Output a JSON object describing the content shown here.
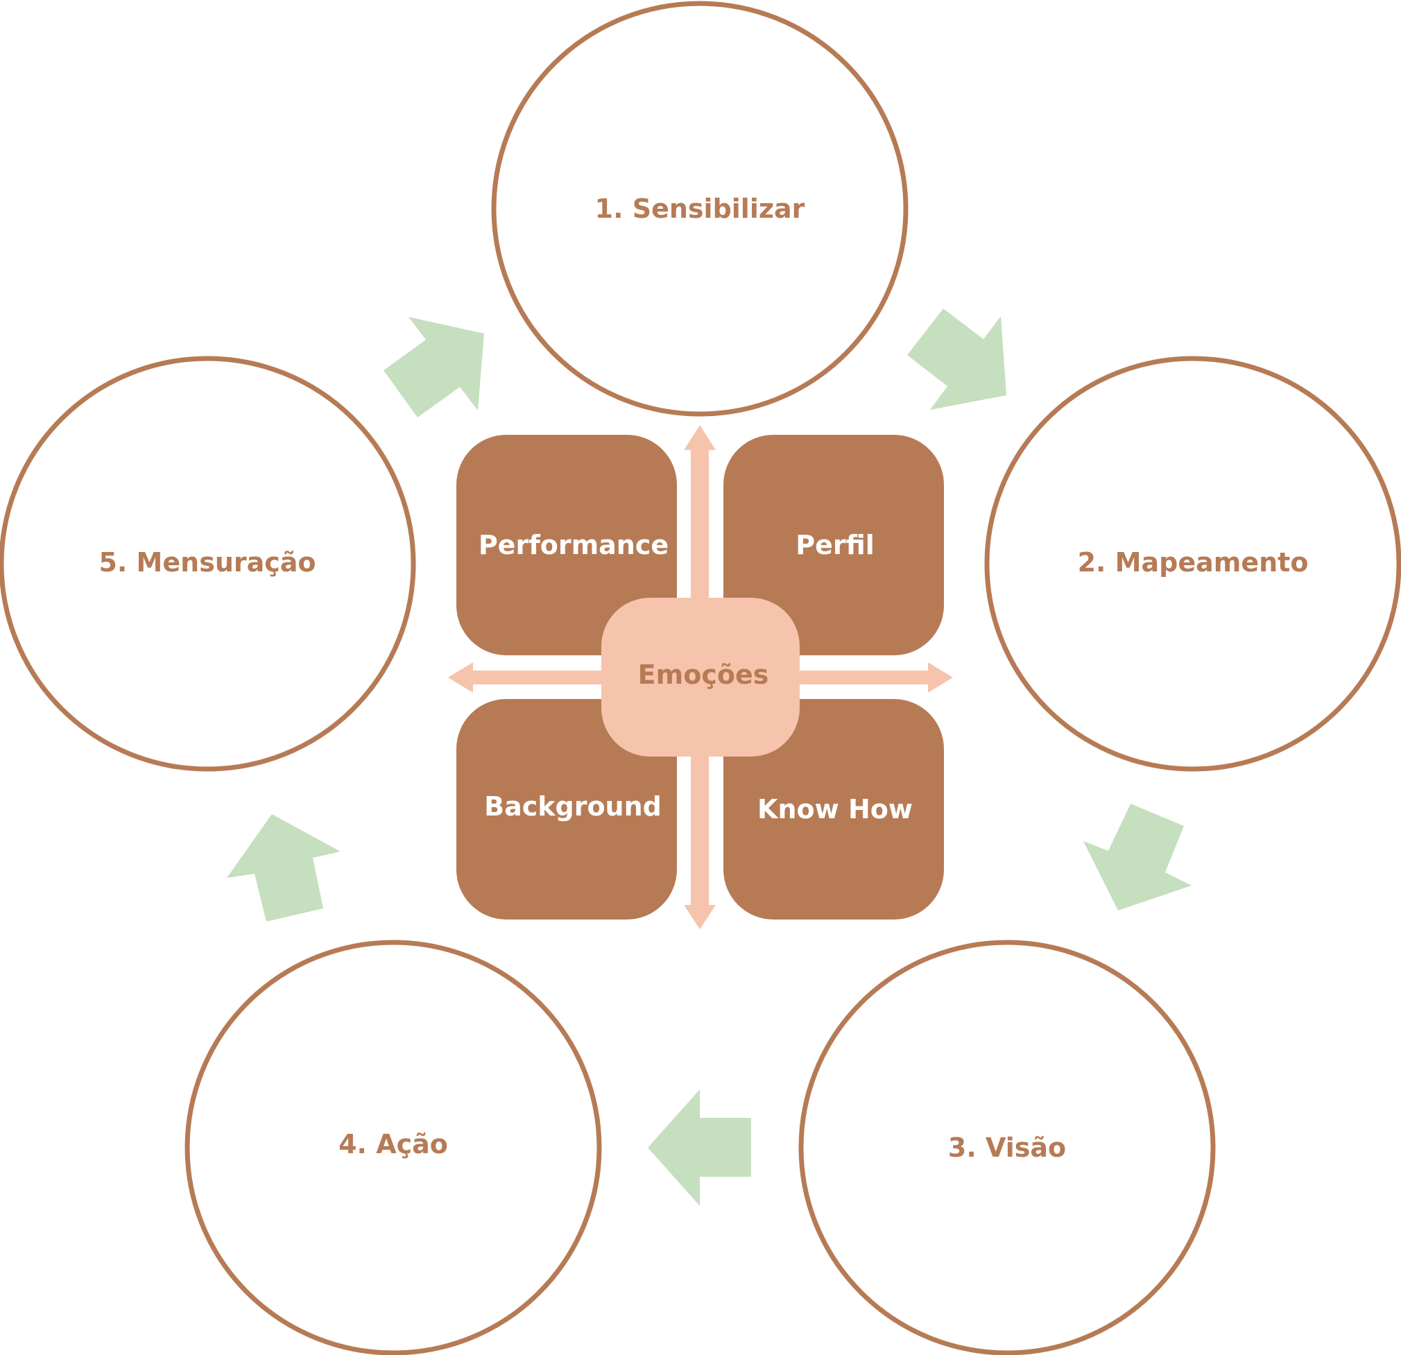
{
  "steps": [
    {
      "label": "1. Sensibilizar"
    },
    {
      "label": "2. Mapeamento"
    },
    {
      "label": "3. Visão"
    },
    {
      "label": "4. Ação"
    },
    {
      "label": "5. Mensuração"
    }
  ],
  "quadrants": {
    "top_left": "Performance",
    "top_right": "Perfil",
    "bottom_left": "Background",
    "bottom_right": "Know How"
  },
  "center": "Emoções",
  "colors": {
    "brown": "#b67b55",
    "peach": "#f6c4ac",
    "green": "#c6dfbf",
    "white": "#ffffff"
  }
}
